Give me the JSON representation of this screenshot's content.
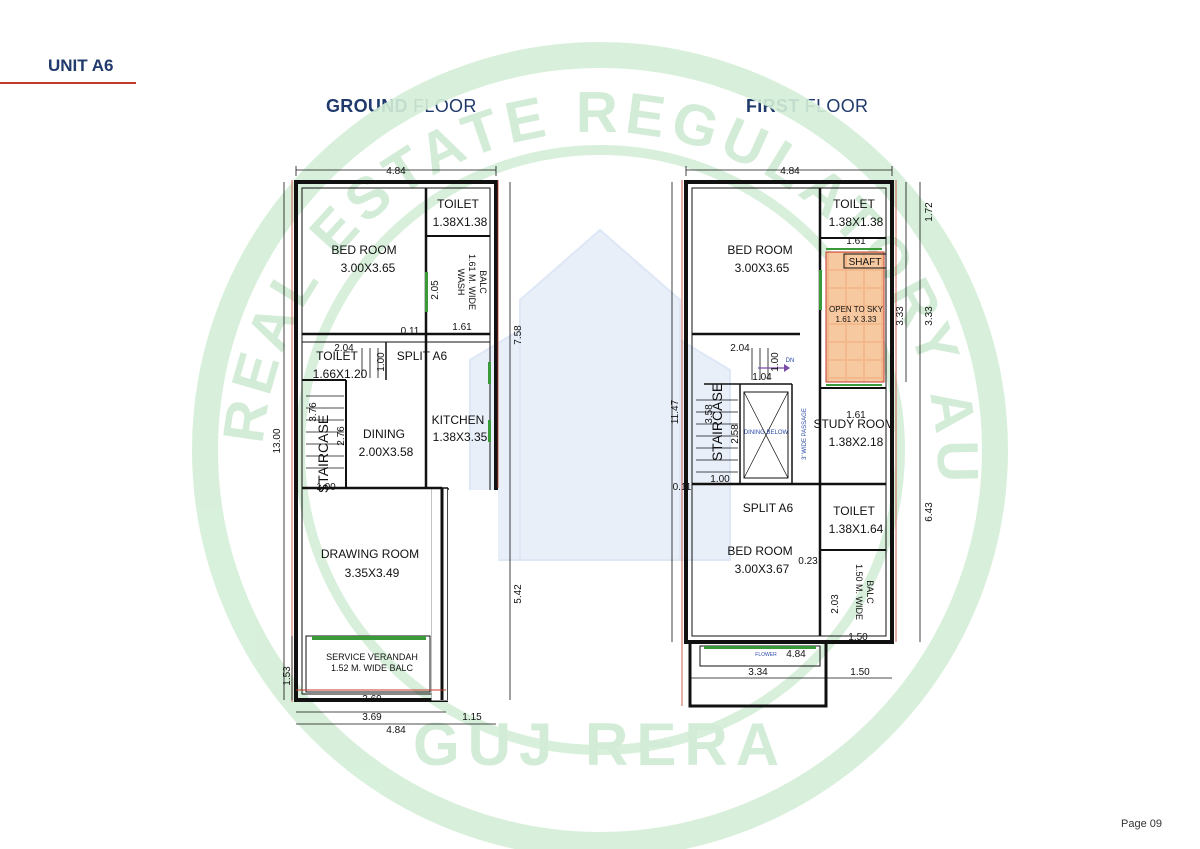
{
  "unit_title": "UNIT A6",
  "page_number": "Page 09",
  "watermark": {
    "top_text": "GUJARAT REAL ESTATE REGULATORY AUTHORITY",
    "bottom_text": "GUJ RERA"
  },
  "ground": {
    "title_bold": "GROUND",
    "title_rest": " FLOOR",
    "dims": {
      "top": "4.84",
      "bottom_total": "4.84",
      "bottom_left": "3.69",
      "bottom_right": "1.15",
      "verandah_width": "3.69",
      "verandah_depth": "1.53",
      "total_depth": "13.00",
      "right_upper": "7.58",
      "right_lower": "5.42",
      "wash_height": "2.05",
      "passage": "0.11",
      "balc_width": "1.61",
      "stair_top": "2.04",
      "stair_side": "1.00",
      "stair_a": "3.76",
      "stair_b": "2.76",
      "stair_c": "1.00"
    },
    "rooms": {
      "bed_name": "BED ROOM",
      "bed_size": "3.00X3.65",
      "toilet1_name": "TOILET",
      "toilet1_size": "1.38X1.38",
      "wash_l1": "WASH",
      "wash_l2": "1.61 M. WIDE",
      "wash_l3": "BALC",
      "toilet2_name": "TOILET",
      "toilet2_size": "1.66X1.20",
      "split": "SPLIT A6",
      "dining_name": "DINING",
      "dining_size": "2.00X3.58",
      "kitchen_name": "KITCHEN",
      "kitchen_size": "1.38X3.35",
      "staircase": "STAIRCASE",
      "drawing_name": "DRAWING ROOM",
      "drawing_size": "3.35X3.49",
      "verandah_l1": "SERVICE VERANDAH",
      "verandah_l2": "1.52 M. WIDE BALC"
    }
  },
  "first": {
    "title_bold": "FIRST",
    "title_rest": " FLOOR",
    "dims": {
      "top": "4.84",
      "bottom_total": "4.84",
      "bottom_left": "3.34",
      "bottom_right": "1.50",
      "total_depth": "11.47",
      "right_a": "1.72",
      "right_b": "3.33",
      "right_c": "6.43",
      "open_inner": "3.33",
      "open_width": "1.61",
      "study_width": "1.61",
      "balc_height": "2.03",
      "balc_width": "1.50",
      "passage": "0.11",
      "gap": "0.23",
      "stair_top": "2.04",
      "stair_side": "1.00",
      "stair_inner": "1.04",
      "stair_a": "3.58",
      "stair_b": "2.58",
      "stair_c": "1.00"
    },
    "rooms": {
      "bed1_name": "BED ROOM",
      "bed1_size": "3.00X3.65",
      "toilet1_name": "TOILET",
      "toilet1_size": "1.38X1.38",
      "shaft": "SHAFT",
      "open_l1": "OPEN TO SKY",
      "open_l2": "1.61 X 3.33",
      "staircase": "STAIRCASE",
      "dining_below": "DINING BELOW",
      "passage_note": "3' WIDE PASSAGE",
      "dn": "DN",
      "study_name": "STUDY ROOM",
      "study_size": "1.38X2.18",
      "split": "SPLIT A6",
      "toilet2_name": "TOILET",
      "toilet2_size": "1.38X1.64",
      "bed2_name": "BED ROOM",
      "bed2_size": "3.00X3.67",
      "balc_l1": "1.50 M. WIDE",
      "balc_l2": "BALC",
      "flower": "FLOWER"
    }
  },
  "colors": {
    "title_blue": "#1f3a6b",
    "accent_red": "#c0392b",
    "watermark_green": "#d4efd8",
    "wall": "#111111",
    "window_green": "#3a9a3a",
    "tile_orange": "#f3b98c"
  }
}
